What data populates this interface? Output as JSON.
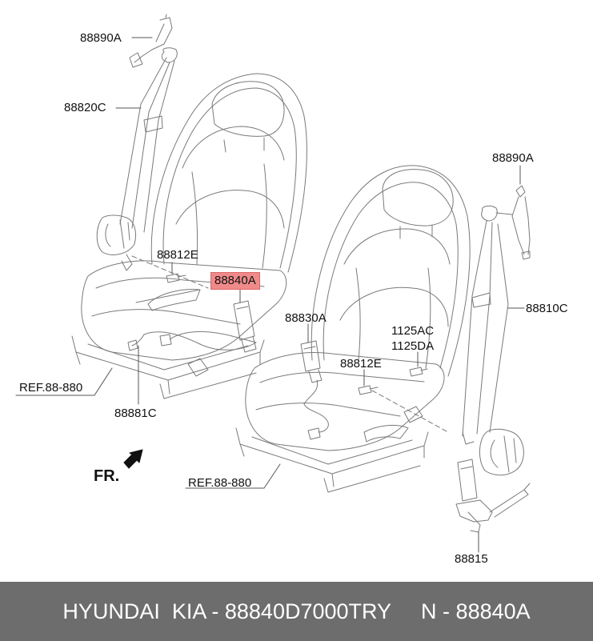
{
  "labels": {
    "guide_left": "88890A",
    "belt_left": "88820C",
    "bolt_left": "88812E",
    "buckle_highlight": "88840A",
    "buckle_right": "88830A",
    "bolt_codes_a": "1125AC",
    "bolt_codes_b": "1125DA",
    "bolt_right": "88812E",
    "guide_right": "88890A",
    "belt_right": "88810C",
    "harness": "88881C",
    "anchor": "88815",
    "ref_left": "REF.88-880",
    "ref_right": "REF.88-880",
    "front": "FR."
  },
  "footer": {
    "text": "HYUNDAI  KIA - 88840D7000TRY     N - 88840A"
  },
  "colors": {
    "line": "#6a6a6a",
    "highlight": "#f08a8a",
    "footer_bg": "#6d6d6d",
    "footer_text": "#ffffff"
  }
}
